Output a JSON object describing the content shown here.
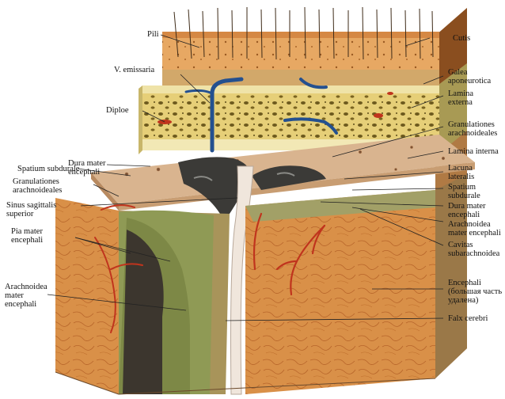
{
  "labels": {
    "pili": "Pili",
    "cutis": "Cutis",
    "v_emissaria": "V. emissaria",
    "galea": "Galea\naponeurotica",
    "lamina_externa": "Lamina\nexterna",
    "diploe": "Diploe",
    "granulationes_right": "Granulationes\narachnoideales",
    "dura_left": "Dura mater\nencephali",
    "lamina_interna": "Lamina interna",
    "spatium_left": "Spatium subdurale",
    "lacuna": "Lacuna\nlateralis",
    "granulationes_left": "Granulationes\narachnoideales",
    "spatium_right": "Spatium\nsubdurale",
    "sinus": "Sinus sagittalis\nsuperior",
    "dura_right": "Dura mater\nencephali",
    "pia": "Pia mater\nencephali",
    "arachnoidea_right": "Arachnoidea\nmater encephali",
    "cavitas": "Cavitas\nsubarachnoidea",
    "arachnoidea_left": "Arachnoidea\nmater\nencephali",
    "encephali": "Encephali\n(большая часть\nудалена)",
    "falx": "Falx cerebri"
  },
  "colors": {
    "skin": "#e3a05c",
    "skin_dark": "#c06f2c",
    "bone": "#efe3a8",
    "bone_dark": "#b9a54a",
    "dura": "#d9b48f",
    "brain": "#d8893f",
    "brain_dark": "#b4662a",
    "arachnoid_green": "#8f9a55",
    "vessel_red": "#c0341d",
    "vessel_blue": "#24508f",
    "sinus_dark": "#3b3a37",
    "falx": "#f0e6dc"
  }
}
